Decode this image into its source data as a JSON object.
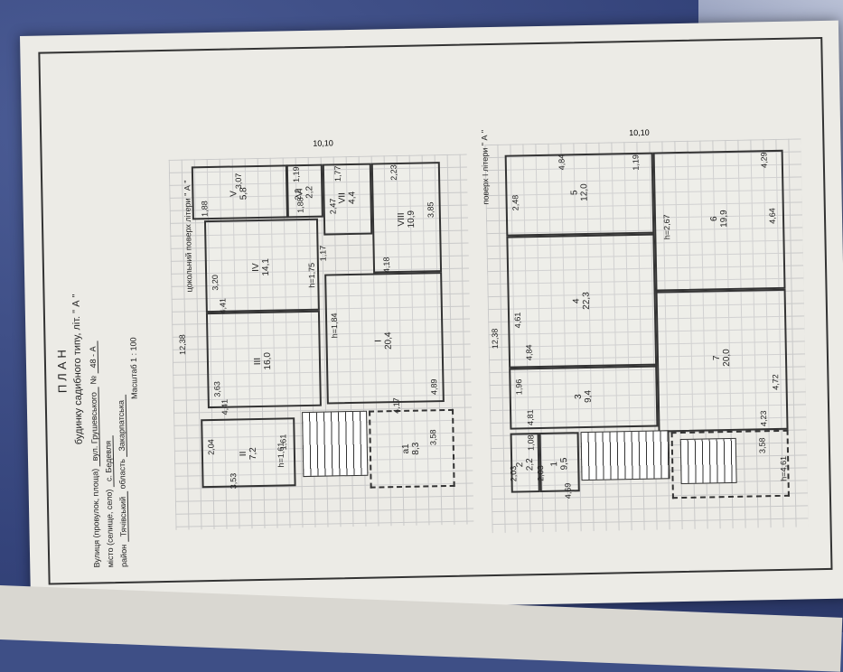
{
  "title": "ПЛАН",
  "building_type_line": "будинку садибного типу, літ. \" А \"",
  "street_label": "Вулиця (провулок, площа)",
  "street_value": "вул. Грушевського",
  "number_label": "№",
  "number_value": "48 - А",
  "city_label": "місто (селище, село)",
  "city_value": "с. Бедевля",
  "district_label": "район",
  "district_value": "Тячівський",
  "region_label": "область",
  "region_value": "Закарпатська",
  "scale": "Масштаб 1 : 100",
  "left_plan": {
    "caption": "цокольний поверх літери \" А \"",
    "overall_width": "10,10",
    "overall_length": "12,38",
    "rooms": [
      {
        "num": "V",
        "area": "5,8"
      },
      {
        "num": "VI",
        "area": "2,2"
      },
      {
        "num": "VII",
        "area": "4,4"
      },
      {
        "num": "VIII",
        "area": "10,9"
      },
      {
        "num": "IV",
        "area": "14,1"
      },
      {
        "num": "I",
        "area": "20,4"
      },
      {
        "num": "III",
        "area": "16,0"
      },
      {
        "num": "II",
        "area": "7,2"
      },
      {
        "num": "а1",
        "area": "8,3"
      }
    ],
    "dims": [
      "3,07",
      "1,19",
      "1,77",
      "2,23",
      "1,88",
      "2,47",
      "3,85",
      "1,17",
      "4,18",
      "3,20",
      "4,41",
      "h=1,75",
      "h=1,84",
      "3,63",
      "4,41",
      "4,89",
      "4,17",
      "2,04",
      "1,61",
      "h=1,61",
      "3,53",
      "3,58",
      "2,2",
      "1,88"
    ]
  },
  "right_plan": {
    "caption": "поверх І літери \" А \"",
    "overall_width": "10,10",
    "overall_length": "12,38",
    "rooms": [
      {
        "num": "5",
        "area": "12,0"
      },
      {
        "num": "6",
        "area": "19,9"
      },
      {
        "num": "4",
        "area": "22,3"
      },
      {
        "num": "7",
        "area": "20,0"
      },
      {
        "num": "3",
        "area": "9,4"
      },
      {
        "num": "2",
        "area": "2,2"
      },
      {
        "num": "1",
        "area": "9,5"
      }
    ],
    "dims": [
      "4,84",
      "1,19",
      "4,29",
      "2,48",
      "h=2,67",
      "4,64",
      "4,61",
      "4,84",
      "1,96",
      "4,81",
      "4,72",
      "4,23",
      "1,08",
      "2,03",
      "2,03",
      "4,69",
      "3,58",
      "h=4,61"
    ]
  }
}
